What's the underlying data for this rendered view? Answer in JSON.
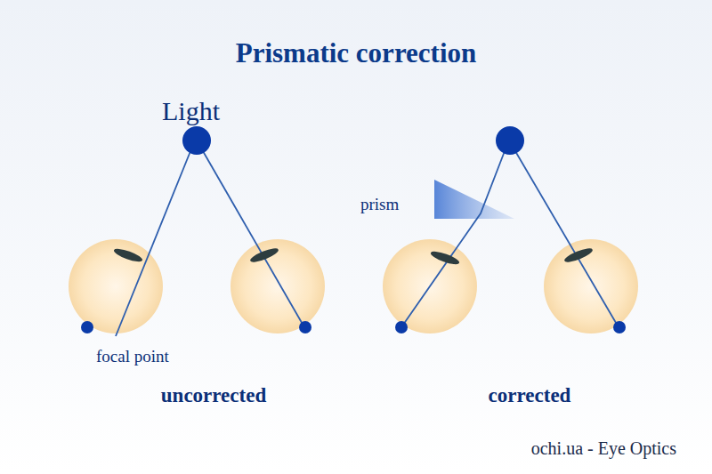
{
  "diagram": {
    "title": "Prismatic correction",
    "labels": [
      "Light",
      "prism",
      "focal point",
      "uncorrected",
      "corrected",
      "ochi.ua - Eye Optics"
    ]
  }
}
